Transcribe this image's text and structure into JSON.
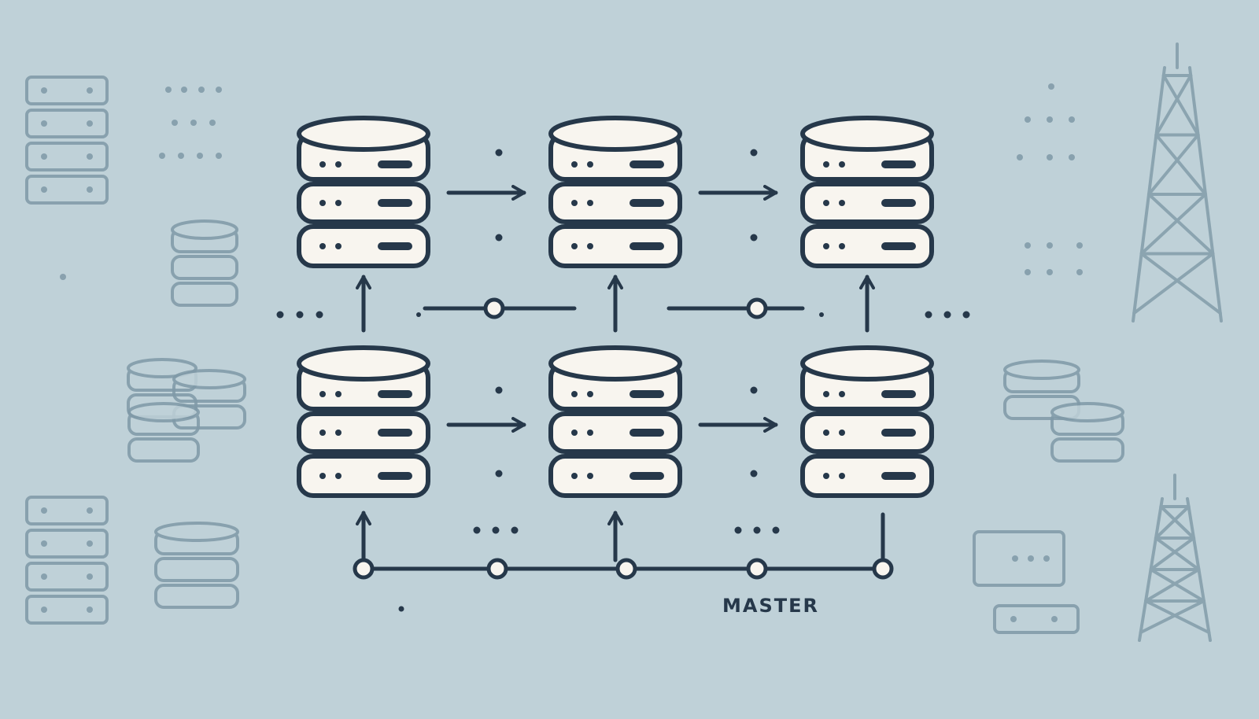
{
  "diagram": {
    "master_label": "MASTER",
    "colors": {
      "background": "#bfd1d8",
      "stroke": "#26384a",
      "fill": "#f8f5ef",
      "faded": "#7f99a7"
    },
    "nodes": [
      {
        "id": "top-1",
        "row": "top",
        "col": 1
      },
      {
        "id": "top-2",
        "row": "top",
        "col": 2
      },
      {
        "id": "top-3",
        "row": "top",
        "col": 3
      },
      {
        "id": "bottom-1",
        "row": "bottom",
        "col": 1
      },
      {
        "id": "bottom-2",
        "row": "bottom",
        "col": 2
      },
      {
        "id": "bottom-3",
        "row": "bottom",
        "col": 3
      }
    ],
    "edges": [
      {
        "from": "top-1",
        "to": "top-2"
      },
      {
        "from": "top-2",
        "to": "top-3"
      },
      {
        "from": "bottom-1",
        "to": "bottom-2"
      },
      {
        "from": "bottom-2",
        "to": "bottom-3"
      },
      {
        "from": "bottom-1",
        "to": "top-1"
      },
      {
        "from": "bottom-2",
        "to": "top-2"
      },
      {
        "from": "bottom-3",
        "to": "top-3"
      },
      {
        "from": "master-bus",
        "to": "bottom-1"
      },
      {
        "from": "master-bus",
        "to": "bottom-2"
      },
      {
        "from": "master-bus",
        "to": "bottom-3"
      }
    ],
    "icons": [
      "server-rack-icon",
      "database-icon",
      "database-cluster-icon",
      "transmission-tower-icon",
      "monitor-icon"
    ]
  }
}
